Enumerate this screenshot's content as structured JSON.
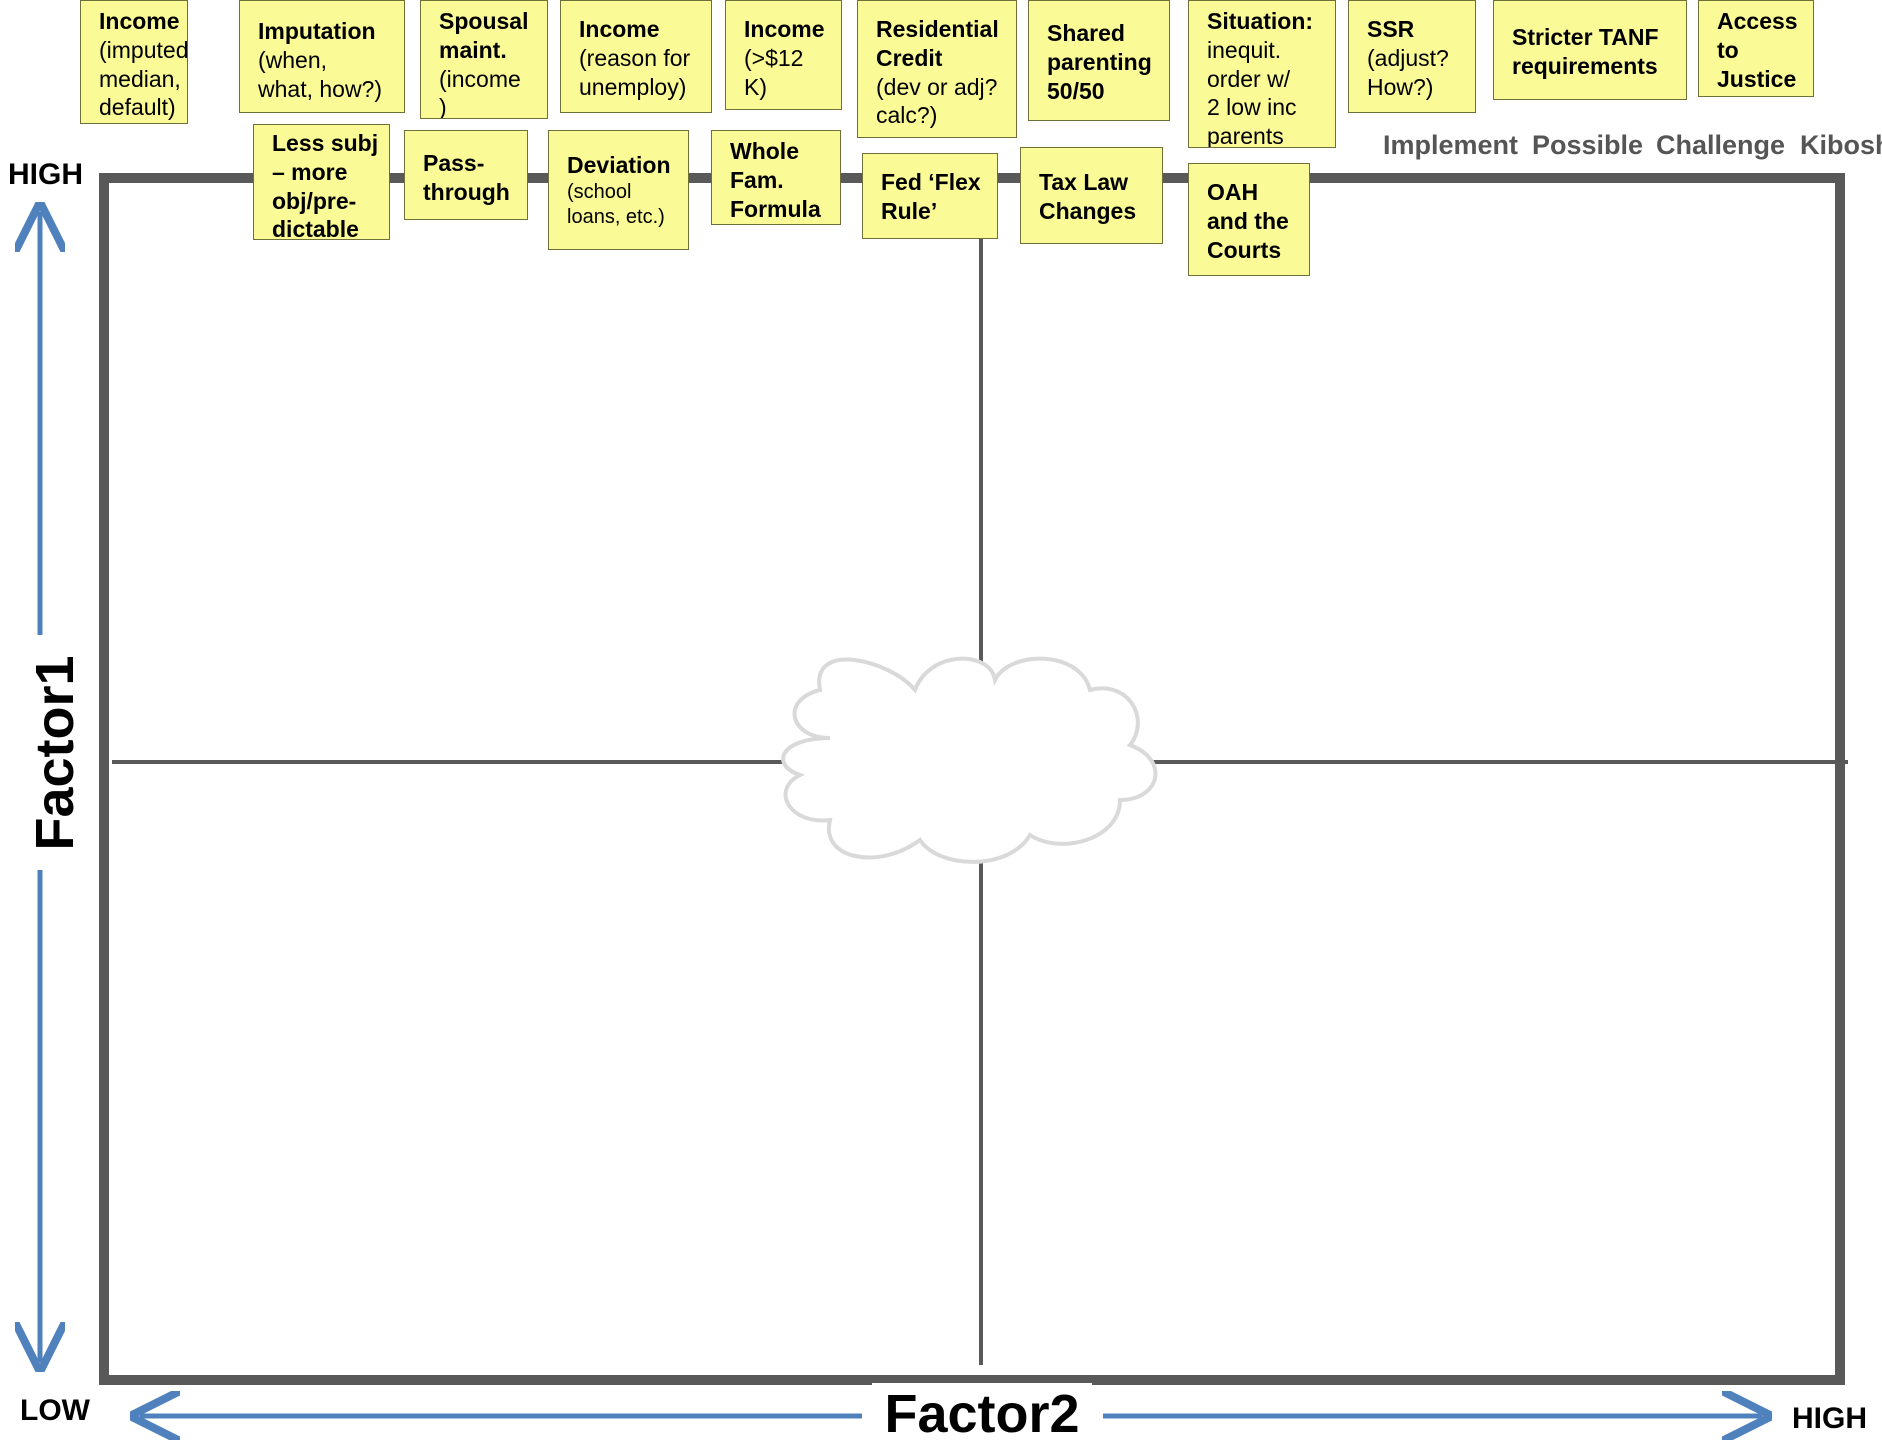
{
  "axes": {
    "y_high": "HIGH",
    "y_low": "LOW",
    "x_high": "HIGH",
    "y_title": "Factor1",
    "x_title": "Factor2"
  },
  "legend": [
    "Implement",
    "Possible",
    "Challenge",
    "Kibosh"
  ],
  "colors": {
    "note_fill": "#fafa96",
    "axis_arrow": "#4f81bd",
    "frame": "#595959"
  },
  "notes": [
    {
      "title": "Income",
      "body": "(imputed,\nmedian,\ndefault)"
    },
    {
      "title": "Imputation",
      "body": "(when,\nwhat, how?)"
    },
    {
      "title": "Spousal\nmaint.",
      "body": "(income\n)"
    },
    {
      "title": "Income",
      "body": "(reason for\nunemploy)"
    },
    {
      "title": "Income",
      "body": "(>$12\nK)"
    },
    {
      "title": "Residential\nCredit",
      "body": "(dev or adj?\ncalc?)"
    },
    {
      "title": "Shared\nparenting\n50/50",
      "body": ""
    },
    {
      "title": "Situation:",
      "body": "inequit.\norder w/\n2 low inc\nparents"
    },
    {
      "title": "SSR",
      "body": "(adjust?\nHow?)"
    },
    {
      "title": "Stricter TANF\nrequirements",
      "body": ""
    },
    {
      "title": "Access\nto\nJustice",
      "body": ""
    },
    {
      "title": "Less subj\n– more\nobj/pre-\ndictable",
      "body": ""
    },
    {
      "title": "Pass-\nthrough",
      "body": ""
    },
    {
      "title": "Deviation",
      "body": "(school\nloans, etc.)"
    },
    {
      "title": "Whole\nFam.\nFormula",
      "body": ""
    },
    {
      "title": "Fed ‘Flex\nRule’",
      "body": ""
    },
    {
      "title": "Tax Law\nChanges",
      "body": ""
    },
    {
      "title": "OAH\nand the\nCourts",
      "body": ""
    }
  ]
}
